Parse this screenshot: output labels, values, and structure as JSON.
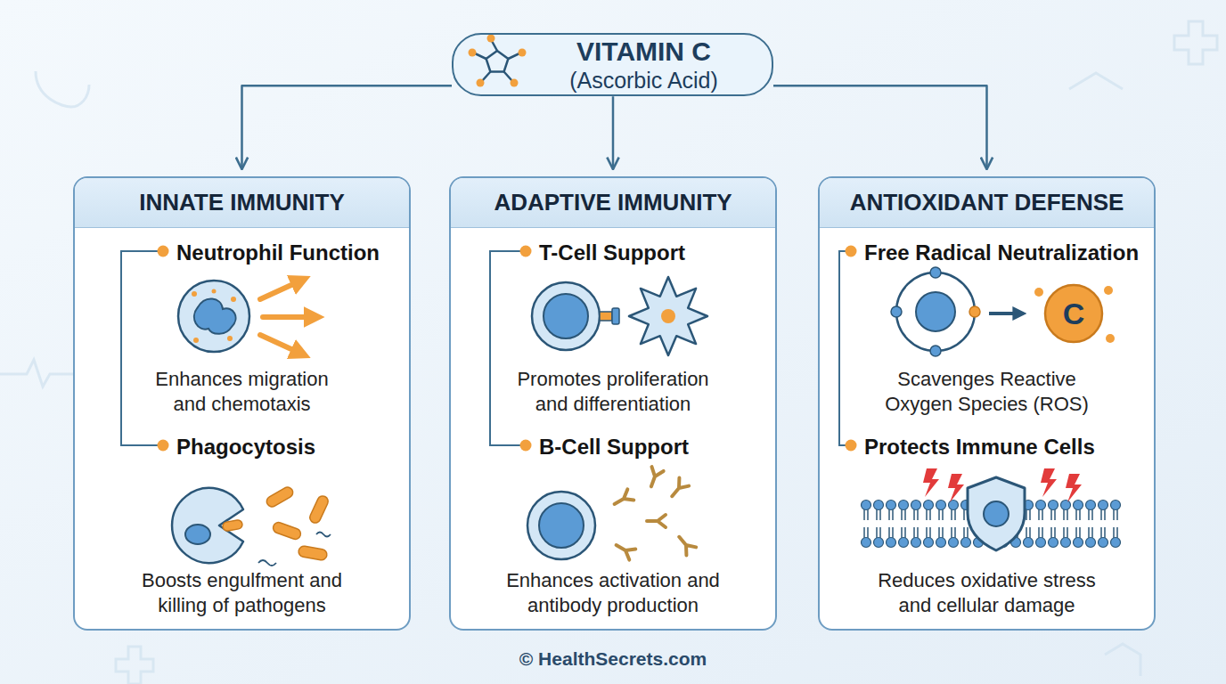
{
  "diagram": {
    "nodes": [
      {
        "text": [
          "VITAMIN C",
          "(Ascorbic Acid)"
        ]
      },
      {
        "text": [
          "INNATE IMMUNITY",
          "Neutrophil Function",
          "Enhances migration and chemotaxis",
          "Phagocytosis",
          "Boosts engulfment and killing of pathogens"
        ]
      },
      {
        "text": [
          "ADAPTIVE IMMUNITY",
          "T-Cell Support",
          "Promotes proliferation and differentiation",
          "B-Cell Support",
          "Enhances activation and antibody production"
        ]
      },
      {
        "text": [
          "ANTIOXIDANT DEFENSE",
          "Free Radical Neutralization",
          "Scavenges Reactive Oxygen Species (ROS)",
          "Protects Immune Cells",
          "Reduces oxidative stress and cellular damage"
        ]
      }
    ],
    "edges": [
      {
        "from": 0,
        "to": 1,
        "arrow": "to"
      },
      {
        "from": 0,
        "to": 2,
        "arrow": "to"
      },
      {
        "from": 0,
        "to": 3,
        "arrow": "to"
      }
    ],
    "labels": [
      "C",
      "© HealthSecrets.com"
    ]
  }
}
